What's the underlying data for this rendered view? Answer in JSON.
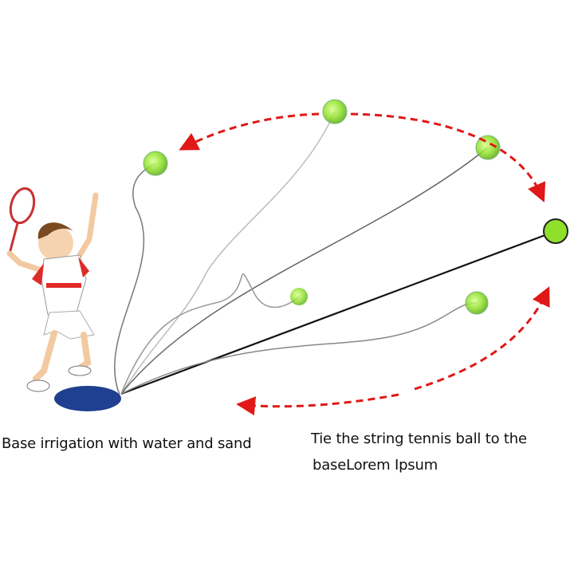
{
  "captions": {
    "left": "Base irrigation with water and sand",
    "right_line1": "Tie the string tennis ball to the",
    "right_line2": "baseLorem Ipsum"
  },
  "colors": {
    "base": "#1f3f8f",
    "ball": "#8fe02a",
    "arrow": "#e01818",
    "string": "#555555"
  }
}
